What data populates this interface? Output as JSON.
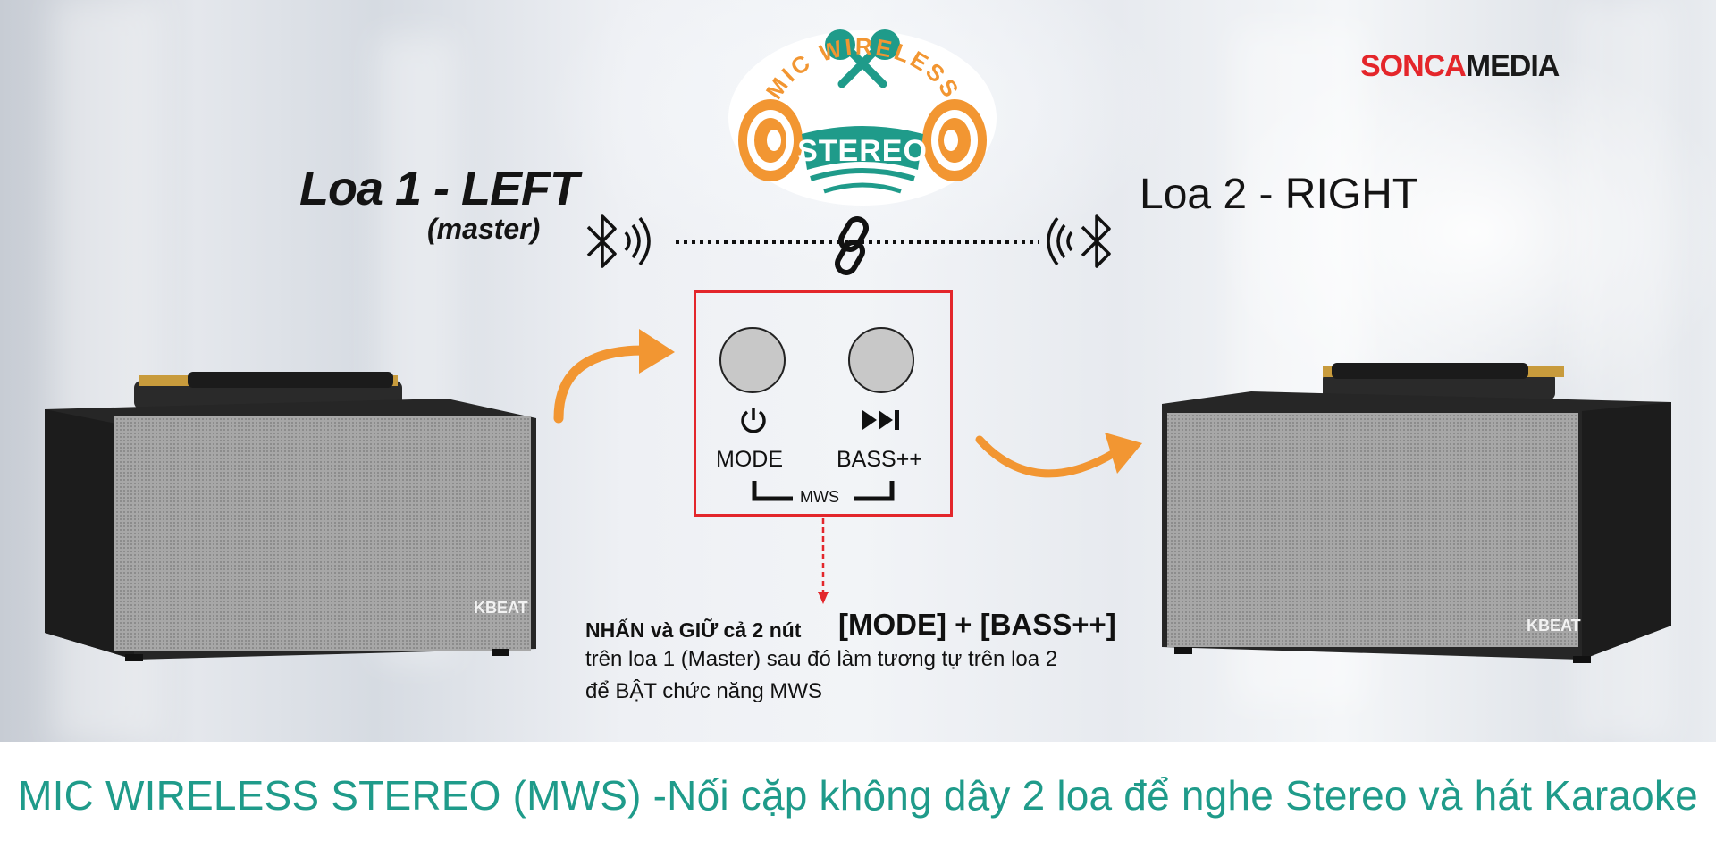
{
  "brand": {
    "part1": "SONCA",
    "part2": "MEDIA",
    "color1": "#e4262b",
    "color2": "#1a1a1a"
  },
  "logo": {
    "line1": "MIC WIRELESS",
    "line2": "STEREO",
    "teal": "#1f9b8a",
    "orange": "#f29632"
  },
  "speaker_left": {
    "title": "Loa 1 - LEFT",
    "subtitle": "(master)",
    "badge": "KBEAT"
  },
  "speaker_right": {
    "title": "Loa 2 - RIGHT",
    "badge": "KBEAT"
  },
  "icons": {
    "left": "bluetooth-icon",
    "link": "link-icon",
    "right": "bluetooth-icon"
  },
  "panel": {
    "mode_label": "MODE",
    "bass_label": "BASS++",
    "mws_label": "MWS",
    "border_color": "#e3262b"
  },
  "instruction": {
    "line1_prefix": "NHẤN và GIỮ cả 2 nút",
    "buttons": "[MODE] + [BASS++]",
    "line2": "trên loa 1 (Master) sau đó làm tương tự trên loa 2",
    "line3": "để BẬT chức năng MWS"
  },
  "footer": {
    "text": "MIC WIRELESS STEREO (MWS) -Nối cặp không dây 2 loa để nghe Stereo và hát Karaoke",
    "color": "#1f9b8a"
  }
}
